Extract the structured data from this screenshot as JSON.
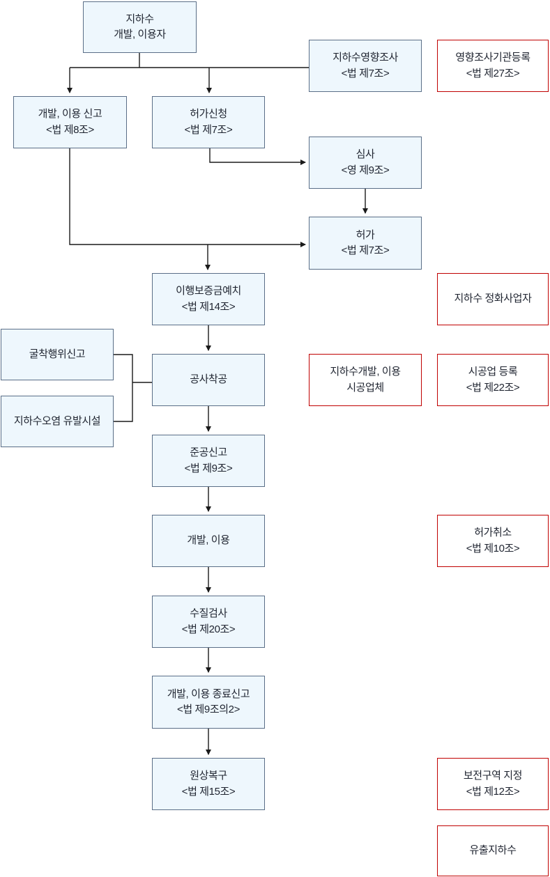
{
  "colors": {
    "node_fill": "#eef7fd",
    "node_border": "#5a6e87",
    "highlight_border": "#c00000",
    "highlight_fill": "#ffffff",
    "connector": "#1a1a1a",
    "text": "#1f2430"
  },
  "nodes": {
    "user": {
      "label": "지하수\n개발, 이용자"
    },
    "impact_survey": {
      "label": "지하수영향조사\n<법 제7조>"
    },
    "agency_registration": {
      "label": "영향조사기관등록\n<법 제27조>"
    },
    "report": {
      "label": "개발, 이용 신고\n<법 제8조>"
    },
    "permit_application": {
      "label": "허가신청\n<법 제7조>"
    },
    "review": {
      "label": "심사\n<영 제9조>"
    },
    "permit": {
      "label": "허가\n<법 제7조>"
    },
    "deposit": {
      "label": "이행보증금예치\n<법 제14조>"
    },
    "purification_business": {
      "label": "지하수 정화사업자"
    },
    "excavation_report": {
      "label": "굴착행위신고"
    },
    "pollution_facility": {
      "label": "지하수오염 유발시설"
    },
    "construction_start": {
      "label": "공사착공"
    },
    "contractor": {
      "label": "지하수개발, 이용\n시공업체"
    },
    "contractor_registration": {
      "label": "시공업 등록\n<법 제22조>"
    },
    "completion_report": {
      "label": "준공신고\n<법 제9조>"
    },
    "development_use": {
      "label": "개발, 이용"
    },
    "permit_cancellation": {
      "label": "허가취소\n<법 제10조>"
    },
    "water_quality_test": {
      "label": "수질검사\n<법 제20조>"
    },
    "end_report": {
      "label": "개발, 이용 종료신고\n<법 제9조의2>"
    },
    "restoration": {
      "label": "원상복구\n<법 제15조>"
    },
    "conservation_zone": {
      "label": "보전구역 지정\n<법 제12조>"
    },
    "runoff_groundwater": {
      "label": "유출지하수"
    }
  }
}
